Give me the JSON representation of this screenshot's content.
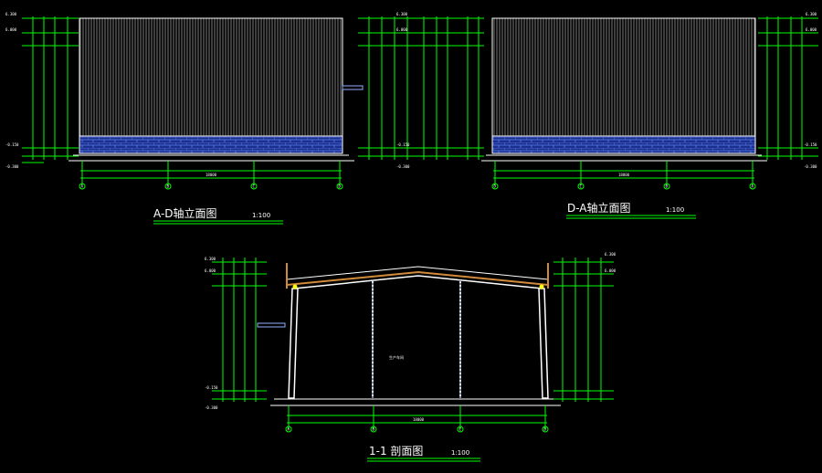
{
  "titles": {
    "elev_ad": "A-D轴立面图",
    "elev_da": "D-A轴立面图",
    "section": "1-1 剖面图",
    "scale": "1:100"
  },
  "section_label": "生产车间",
  "colors": {
    "background": "#000000",
    "dimension": "#00ff00",
    "line": "#ffffff",
    "brick": "#3a63d6",
    "cladding": "#9a9a9a",
    "roof_truss": "#d08a3a",
    "column_marker": "#ffff00"
  },
  "elevation_levels": [
    "6.300",
    "6.000",
    "-0.150",
    "-0.300"
  ],
  "axis_labels_ad": [
    "A",
    "B",
    "C",
    "D"
  ],
  "axis_labels_da": [
    "D",
    "C",
    "B",
    "A"
  ],
  "axis_labels_section": [
    "A",
    "B",
    "C",
    "D"
  ],
  "dim_total": "18000"
}
